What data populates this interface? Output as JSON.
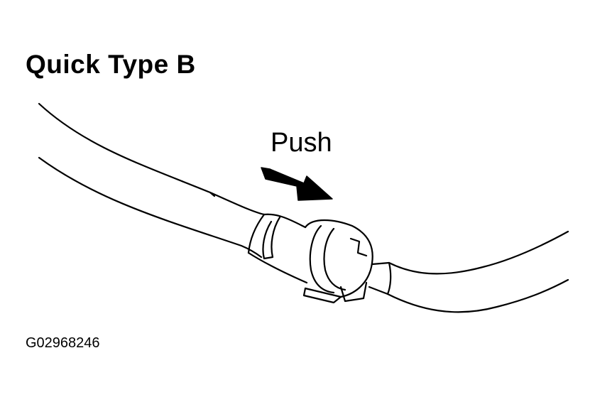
{
  "title": "Quick Type B",
  "push_label": "Push",
  "figure_id": "G02968246",
  "colors": {
    "ink": "#000000",
    "background": "#ffffff"
  }
}
